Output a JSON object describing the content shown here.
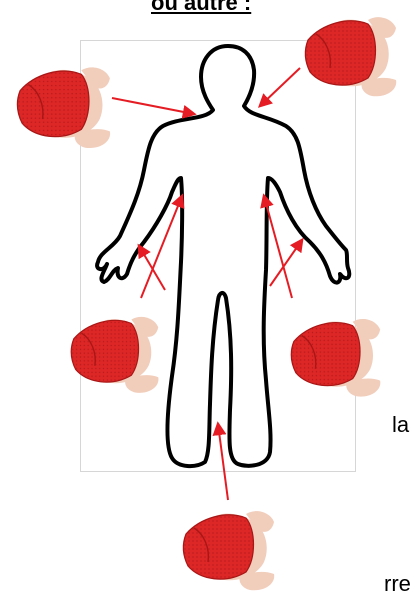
{
  "heading": "ou autre :",
  "fragments": {
    "la": "la",
    "rre": "rre"
  },
  "colors": {
    "arrow": "#e51c23",
    "bag": "#e02a2a",
    "bag_dark": "#a81616",
    "skin": "#f1cdbb",
    "outline": "#000000"
  },
  "icons": [
    "body-outline-icon",
    "heat-bag-icon",
    "arrow-icon"
  ]
}
